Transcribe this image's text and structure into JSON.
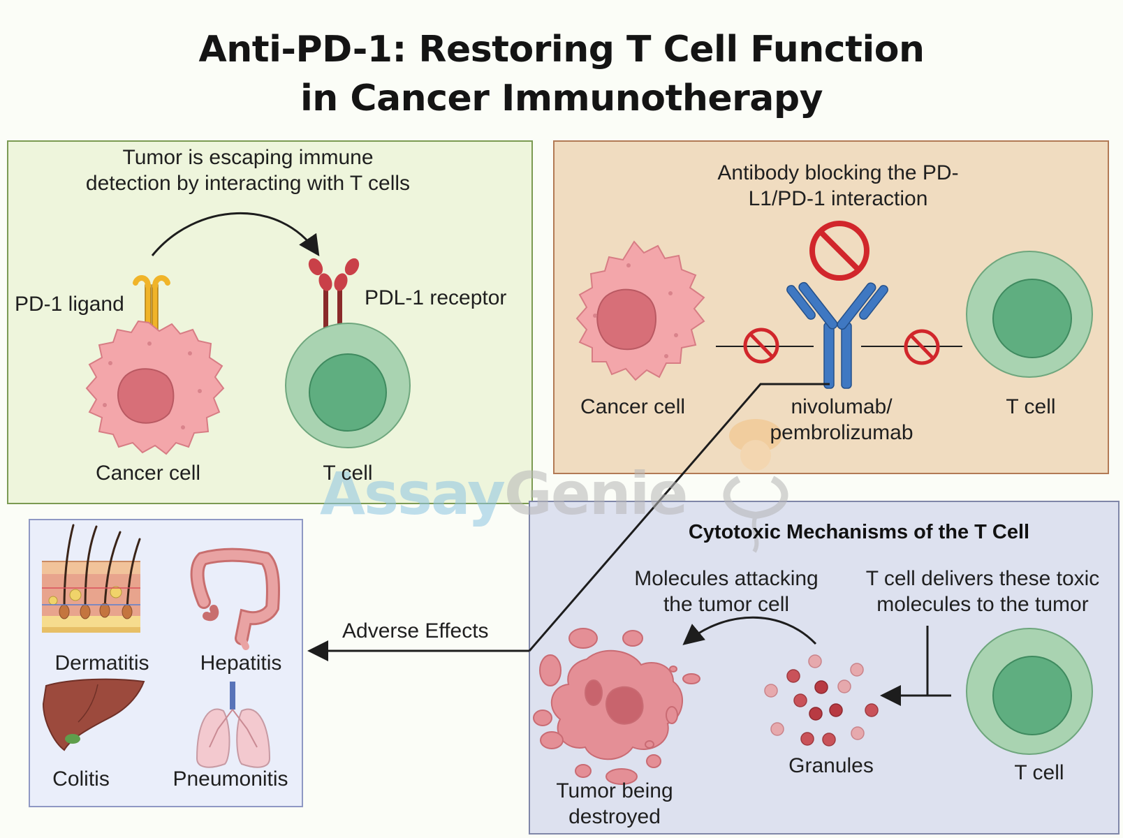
{
  "title": {
    "line1": "Anti-PD-1: Restoring T Cell Function",
    "line2": "in Cancer Immunotherapy"
  },
  "panel_escape": {
    "heading_line1": "Tumor is escaping immune",
    "heading_line2": "detection by interacting with T cells",
    "ligand_label": "PD-1 ligand",
    "receptor_label": "PDL-1 receptor",
    "cancer_cell_label": "Cancer cell",
    "t_cell_label": "T cell"
  },
  "panel_blocking": {
    "heading_line1": "Antibody blocking the PD-",
    "heading_line2": "L1/PD-1 interaction",
    "cancer_cell_label": "Cancer cell",
    "antibody_label_line1": "nivolumab/",
    "antibody_label_line2": "pembrolizumab",
    "t_cell_label": "T cell"
  },
  "panel_cytotoxic": {
    "heading": "Cytotoxic Mechanisms of the T Cell",
    "molecules_line1": "Molecules attacking",
    "molecules_line2": "the tumor cell",
    "delivers_line1": "T cell delivers these toxic",
    "delivers_line2": "molecules to the tumor",
    "tumor_line1": "Tumor being",
    "tumor_line2": "destroyed",
    "granules_label": "Granules",
    "t_cell_label": "T cell"
  },
  "adverse": {
    "arrow_label": "Adverse Effects",
    "items": [
      "Dermatitis",
      "Hepatitis",
      "Colitis",
      "Pneumonitis"
    ]
  },
  "watermark": {
    "part1": "Assay",
    "part2": "Genie"
  },
  "colors": {
    "panel_escape_bg": "#eef5dc",
    "panel_escape_border": "#7b9a52",
    "panel_blocking_bg": "#f0dcc0",
    "panel_blocking_border": "#b27a55",
    "panel_cytotoxic_bg": "#dde1ef",
    "panel_adverse_bg": "#eaeefa",
    "cancer_cell": "#f3a6aa",
    "t_cell_outer": "#a9d3b1",
    "t_cell_inner": "#5fae80",
    "antibody": "#3f78c2",
    "prohibit": "#d1262b"
  }
}
